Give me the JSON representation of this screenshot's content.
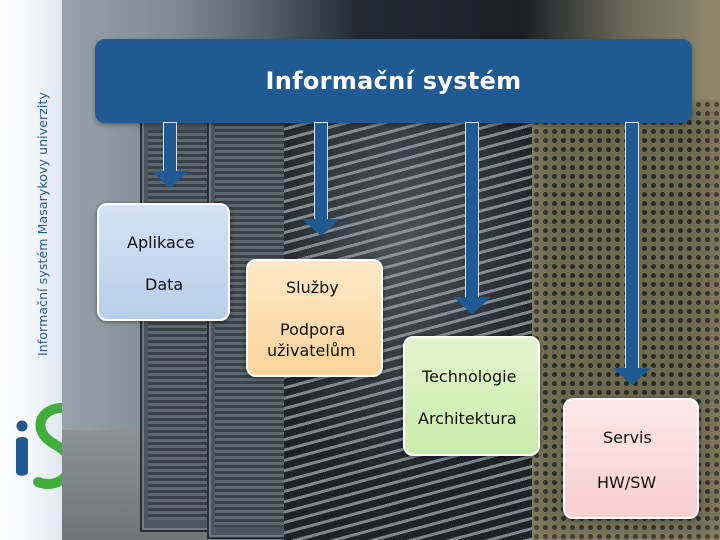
{
  "sidebar": {
    "vertical_label": "Informační systém Masarykovy univerzity",
    "logo_icon": "is-logo-icon"
  },
  "header": {
    "title": "Informační systém"
  },
  "layers": [
    {
      "line1": "Aplikace",
      "line2": "Data",
      "color": "#c6d9ef"
    },
    {
      "line1": "Služby",
      "line2": "Podpora",
      "line3": "uživatelům",
      "color": "#fbdcaa"
    },
    {
      "line1": "Technologie",
      "line2": "Architektura",
      "color": "#d4f0bb"
    },
    {
      "line1": "Servis",
      "line2": "HW/SW",
      "color": "#f9dada"
    }
  ],
  "colors": {
    "accent": "#1f5a93",
    "logo_blue": "#1f5a94",
    "logo_green": "#3fae3a"
  }
}
